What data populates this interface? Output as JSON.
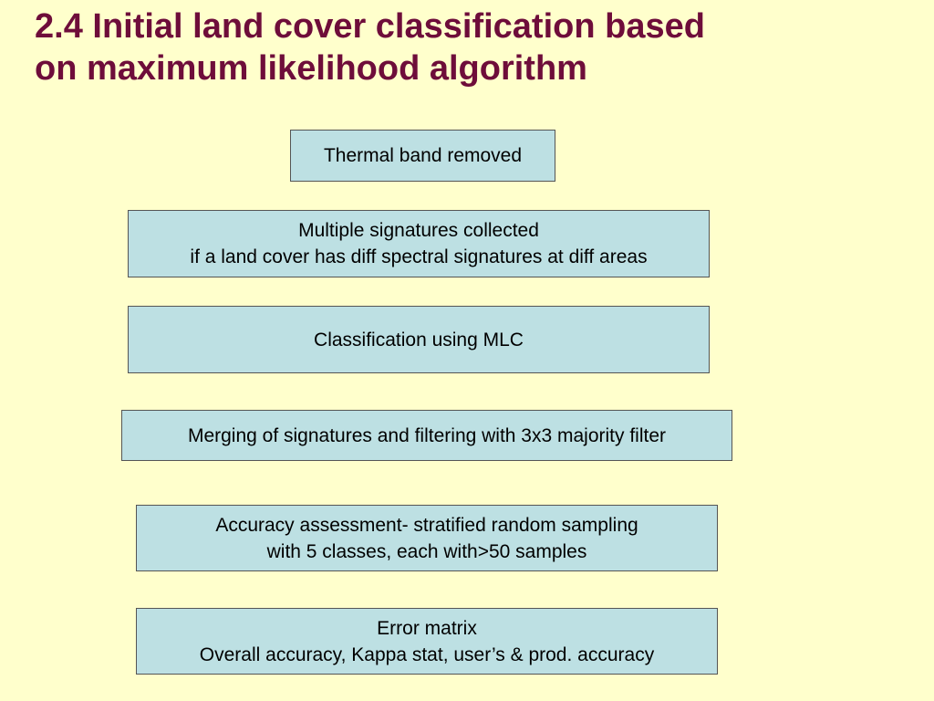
{
  "slide": {
    "title_lines": [
      "2.4 Initial land cover classification based",
      "on maximum likelihood algorithm"
    ]
  },
  "colors": {
    "background": "#ffffcc",
    "title": "#6e0d3a",
    "box_fill": "#bde0e3",
    "box_border": "#555555"
  },
  "steps": [
    {
      "lines": [
        "Thermal band removed"
      ]
    },
    {
      "lines": [
        "Multiple signatures collected",
        "if a land cover has diff spectral signatures at diff areas"
      ]
    },
    {
      "lines": [
        "Classification using MLC"
      ]
    },
    {
      "lines": [
        "Merging of signatures and filtering with 3x3 majority filter"
      ]
    },
    {
      "lines": [
        "Accuracy assessment- stratified random sampling",
        "with 5 classes, each with>50 samples"
      ]
    },
    {
      "lines": [
        "Error matrix",
        "Overall accuracy, Kappa stat, user’s & prod. accuracy"
      ]
    }
  ]
}
